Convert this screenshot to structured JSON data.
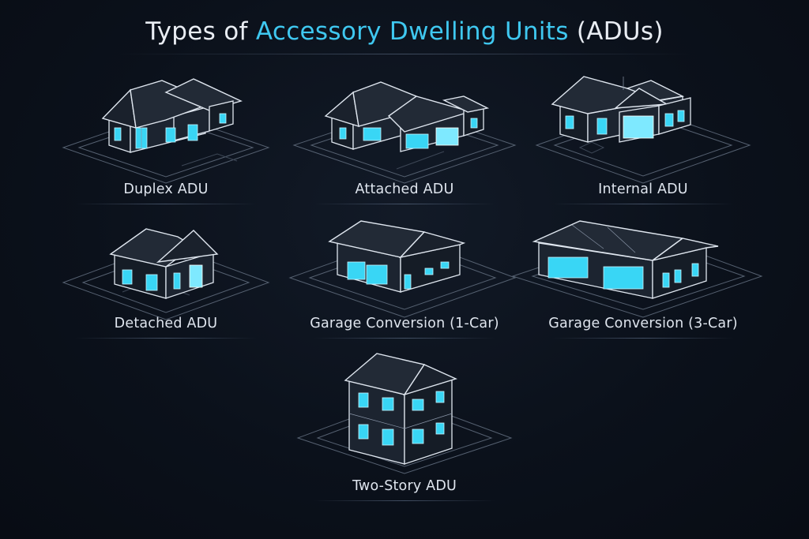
{
  "title": {
    "prefix": "Types of ",
    "accent": "Accessory Dwelling Units",
    "suffix": " (ADUs)"
  },
  "colors": {
    "background": "#0b111b",
    "accent": "#3fc8f0",
    "window_glow": "#39d6f5",
    "outline": "#dfe6ef"
  },
  "cards": [
    {
      "label": "Duplex ADU",
      "icon": "duplex-house-icon"
    },
    {
      "label": "Attached ADU",
      "icon": "attached-house-icon"
    },
    {
      "label": "Internal ADU",
      "icon": "internal-house-icon"
    },
    {
      "label": "Detached ADU",
      "icon": "detached-house-icon"
    },
    {
      "label": "Garage Conversion (1-Car)",
      "icon": "one-car-garage-icon"
    },
    {
      "label": "Garage Conversion (3-Car)",
      "icon": "three-car-garage-icon"
    },
    {
      "label": "Two-Story ADU",
      "icon": "two-story-house-icon"
    }
  ]
}
